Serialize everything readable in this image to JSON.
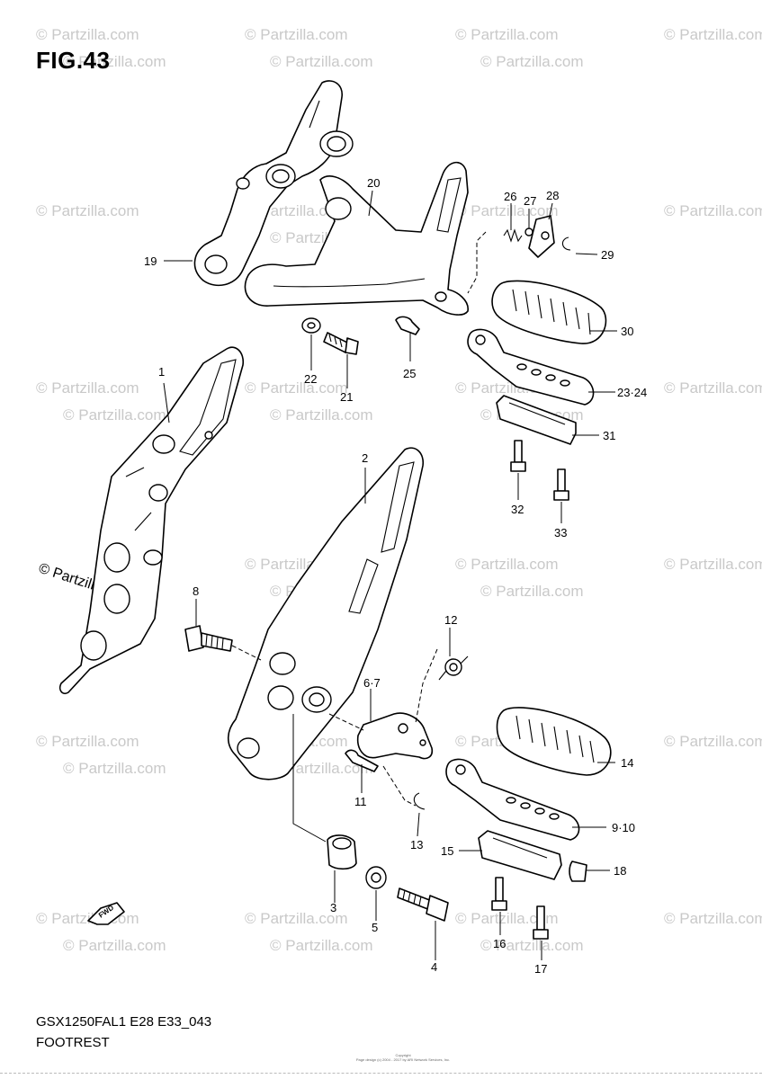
{
  "figure": {
    "title": "FIG.43",
    "model_code": "GSX1250FAL1 E28 E33_043",
    "section_name": "FOOTREST",
    "copyright_lines": [
      "Copyright",
      "Page design (c) 2004 - 2017 by ARI Network Services, Inc."
    ]
  },
  "watermark": {
    "text": "© Partzilla.com",
    "side_text": "© Partzilla.com"
  },
  "fwd_label": "FWD",
  "callouts": {
    "p1": "1",
    "p2": "2",
    "p3": "3",
    "p4": "4",
    "p5": "5",
    "p6_7": "6·7",
    "p8": "8",
    "p9_10": "9·10",
    "p11": "11",
    "p12": "12",
    "p13": "13",
    "p14": "14",
    "p15": "15",
    "p16": "16",
    "p17": "17",
    "p18": "18",
    "p19": "19",
    "p20": "20",
    "p21": "21",
    "p22": "22",
    "p23_24": "23·24",
    "p25": "25",
    "p26": "26",
    "p27": "27",
    "p28": "28",
    "p29": "29",
    "p30": "30",
    "p31": "31",
    "p32": "32",
    "p33": "33"
  }
}
